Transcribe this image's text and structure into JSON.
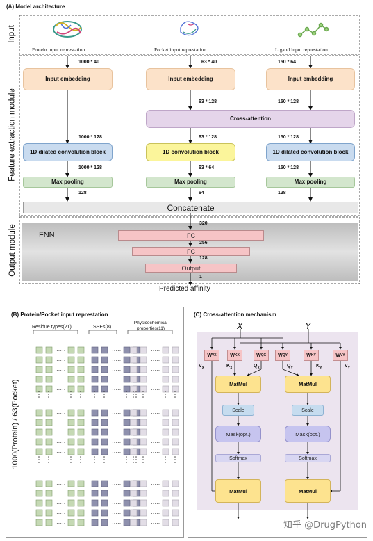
{
  "panel_a": {
    "title": "(A) Model architecture",
    "section_input": "Input",
    "section_feature": "Feature extraction module",
    "section_output": "Output module",
    "inputs": {
      "protein_label": "Protein input represtation",
      "pocket_label": "Pocket input represtation",
      "ligand_label": "Ligand input represtation"
    },
    "embedding_label": "Input embedding",
    "cross_attention_label": "Cross-attention",
    "dilated_conv_label": "1D dilated convolution block",
    "conv_label": "1D convolution block",
    "max_pooling_label": "Max pooling",
    "concatenate_label": "Concatenate",
    "fnn_label": "FNN",
    "fc_label": "FC",
    "output_label": "Output",
    "predicted_label": "Predicted affinity",
    "dims": {
      "protein_in": "1000 * 40",
      "pocket_in": "63 * 40",
      "ligand_in": "150 * 64",
      "pocket_embed": "63 * 128",
      "ligand_embed": "150 * 128",
      "protein_pre_conv": "1000 * 128",
      "pocket_pre_conv": "63 * 128",
      "ligand_pre_conv": "150 * 128",
      "protein_post_conv": "1000 * 128",
      "pocket_post_conv": "63 * 64",
      "ligand_post_conv": "150 * 128",
      "protein_pool": "128",
      "pocket_pool": "64",
      "ligand_pool": "128",
      "fc1": "320",
      "fc2": "256",
      "fc3": "128",
      "out": "1"
    }
  },
  "panel_b": {
    "title": "(B) Protein/Pocket input represtation",
    "residue_types": "Residue types(21)",
    "sses": "SSEs(8)",
    "physico": "Physicochemical properties(11)",
    "vertical_label": "1000(Protein) / 63(Pocket)"
  },
  "panel_c": {
    "title": "(C) Cross-attention mechanism",
    "x_label": "X",
    "y_label": "Y",
    "w_labels": [
      "W",
      "W",
      "W",
      "W",
      "W",
      "W"
    ],
    "w_sup": [
      "V",
      "K",
      "Q",
      "Q",
      "K",
      "V"
    ],
    "w_sub": [
      "X",
      "X",
      "X",
      "Y",
      "Y",
      "Y"
    ],
    "v_x": "V",
    "k_x": "K",
    "q_x": "Q",
    "q_y": "Q",
    "k_y": "K",
    "v_y": "V",
    "sub_x": "X",
    "sub_y": "Y",
    "matmul": "MatMul",
    "scale": "Scale",
    "mask": "Mask(opt.)",
    "softmax": "Softmax"
  },
  "watermark": "知乎 @DrugPython",
  "colors": {
    "embedding": "#fce2c9",
    "cross_attention": "#e5d5ea",
    "dilated_conv": "#c9dbef",
    "conv": "#fbf59b",
    "max_pooling": "#d3e6cd",
    "fc": "#f6c4c6",
    "output_panel": "#c9c9c9",
    "cross_panel_bg": "#ece4ef"
  }
}
